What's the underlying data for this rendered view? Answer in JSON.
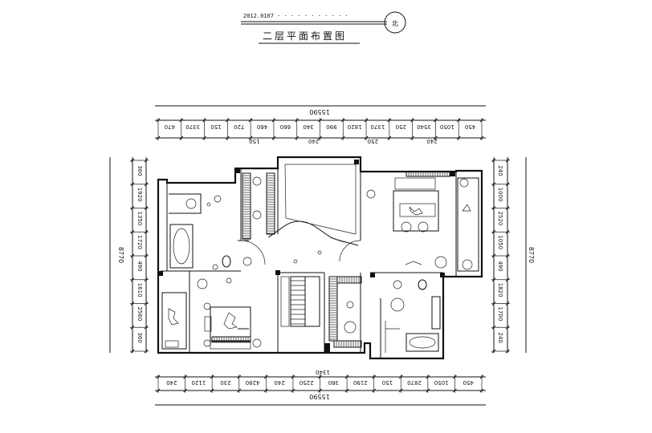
{
  "title_block": {
    "code_line": "2012.0107  ·  ·  ·  ·  ·  ·  ·  ·  ·  ·  ·",
    "title": "二层平面布置图",
    "north_symbol": "北"
  },
  "dimensions": {
    "top_total": "15590",
    "top_segments_a": [
      "470",
      "3370",
      "150",
      "720",
      "460",
      "660",
      "340",
      "990",
      "1820",
      "1370",
      "250",
      "3540",
      "1050",
      "450"
    ],
    "top_segments_b": [
      "150",
      "240",
      "250",
      "240"
    ],
    "bottom_total": "15590",
    "bottom_segments_a": [
      "240",
      "1120",
      "230",
      "4280",
      "240",
      "2250",
      "360",
      "2190",
      "150",
      "2870",
      "1050",
      "450"
    ],
    "bottom_center": "1340",
    "left_total": "8770",
    "left_segments": [
      "360",
      "1920",
      "1350",
      "1720",
      "490",
      "1610",
      "2560",
      "360"
    ],
    "right_total": "8770",
    "right_segments": [
      "240",
      "1000",
      "2520",
      "1050",
      "490",
      "1820",
      "1700",
      "240"
    ]
  }
}
